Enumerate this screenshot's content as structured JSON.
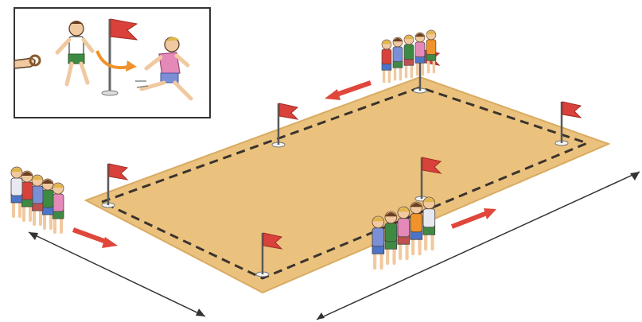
{
  "diagram": {
    "colors": {
      "field": "#eac27e",
      "field_edge": "#d9ab62",
      "boundary": "#3b332d",
      "flag": "#d8423a",
      "pole": "#5a5a5a",
      "direction_arrow": "#e0473b",
      "relay_arrow": "#f0932b",
      "dimension_line": "#333333",
      "inset_border": "#333333"
    },
    "inset": {
      "description_icons": [
        "hand-with-baton-icon",
        "runner-icon",
        "flag-icon",
        "curved-arrow-icon",
        "runner-icon"
      ]
    },
    "flags": [
      {
        "name": "flag-near-left-corner"
      },
      {
        "name": "flag-near-mid"
      },
      {
        "name": "flag-near-right-corner"
      },
      {
        "name": "flag-far-left-corner"
      },
      {
        "name": "flag-far-mid"
      },
      {
        "name": "flag-far-right-corner"
      }
    ],
    "teams": [
      {
        "name": "team-left",
        "members": 5
      },
      {
        "name": "team-back",
        "members": 5
      },
      {
        "name": "team-front",
        "members": 5
      }
    ]
  }
}
